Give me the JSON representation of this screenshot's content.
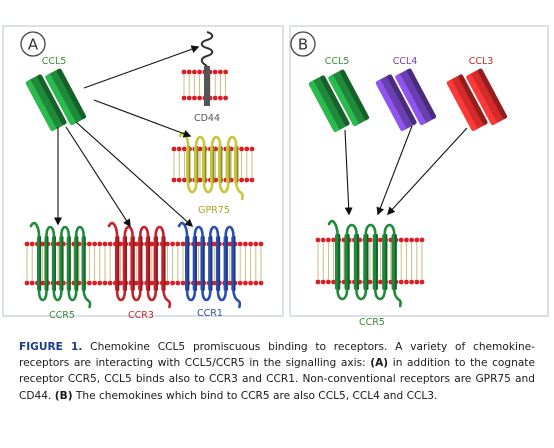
{
  "panels": [
    {
      "letter": "A"
    },
    {
      "letter": "B"
    }
  ],
  "labels": {
    "ccl5_a": "CCL5",
    "cd44": "CD44",
    "gpr75": "GPR75",
    "ccr5_a": "CCR5",
    "ccr3": "CCR3",
    "ccr1": "CCR1",
    "ccl5_b": "CCL5",
    "ccl4": "CCL4",
    "ccl3": "CCL3",
    "ccr5_b": "CCR5"
  },
  "colors": {
    "ccl5_green": "#1f8a3a",
    "ccl4_purple": "#6a3fb0",
    "ccl3_red": "#d42a2a",
    "ccr3_red": "#c4222c",
    "ccr1_blue": "#2a4fae",
    "gpr75_yellow": "#c9c63a",
    "cd44_gray": "#555555",
    "lipid_head": "#d81f26",
    "label_green": "#3f8a3a",
    "label_purple": "#6a3fb0",
    "label_red": "#c42a2a",
    "label_blue": "#2a4fae",
    "label_yellow": "#a6a52a",
    "caption_accent": "#1b3b8a"
  },
  "caption": {
    "label": "FIGURE 1.",
    "text_1": " Chemokine CCL5 promiscuous binding to receptors. A variety of chemokine-receptors are interacting with CCL5/CCR5 in the signalling axis: ",
    "ref_a": "(A)",
    "text_2": " in addition to the cognate receptor CCR5, CCL5 binds also to CCR3 and CCR1. Non-conventional receptors are GPR75 and CD44. ",
    "ref_b": "(B)",
    "text_3": " The chemokines which bind to CCR5 are also CCL5, CCL4 and CCL3."
  }
}
